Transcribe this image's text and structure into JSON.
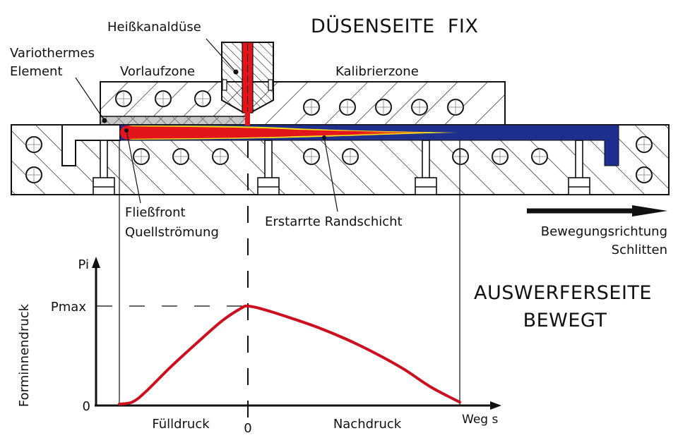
{
  "title_top": "DÜSENSEITE  FIX",
  "title_bottom": [
    "AUSWERFERSEITE",
    "BEWEGT"
  ],
  "labels": {
    "hot_runner_nozzle": "Heißkanaldüse",
    "variotherm_element": [
      "Variothermes",
      "Element"
    ],
    "pre_zone": "Vorlaufzone",
    "calibration_zone": "Kalibrierzone",
    "flow_front": [
      "Fließfront",
      "Quellströmung"
    ],
    "solidified_layer": "Erstarrte Randschicht",
    "movement_direction": [
      "Bewegungsrichtung",
      "Schlitten"
    ]
  },
  "colors": {
    "melt": "#e3141b",
    "melt_edge": "#f7e21a",
    "solid": "#1e2f8f",
    "curve": "#cc1020",
    "variotherm": "#c8c8c8",
    "line": "#111111"
  },
  "chart_data": {
    "type": "line",
    "title": "",
    "ylabel": "Forminnendruck",
    "y_axis_symbol": "Pi",
    "xlabel": "Weg s",
    "y_ticks": [
      "0",
      "Pmax"
    ],
    "x_ticks": [
      "0"
    ],
    "phases": [
      "Fülldruck",
      "Nachdruck"
    ],
    "xlim": [
      -1.0,
      1.5
    ],
    "ylim": [
      0,
      1.0
    ],
    "pmax_value": 1.0,
    "series": [
      {
        "name": "Forminnendruck",
        "x": [
          -1.0,
          -0.9,
          -0.8,
          -0.6,
          -0.4,
          -0.2,
          -0.05,
          0.0,
          0.1,
          0.3,
          0.5,
          0.7,
          0.9,
          1.1,
          1.3,
          1.5
        ],
        "y": [
          0.0,
          0.02,
          0.12,
          0.38,
          0.62,
          0.85,
          0.98,
          1.0,
          0.97,
          0.88,
          0.78,
          0.66,
          0.52,
          0.36,
          0.17,
          0.02
        ]
      }
    ]
  }
}
